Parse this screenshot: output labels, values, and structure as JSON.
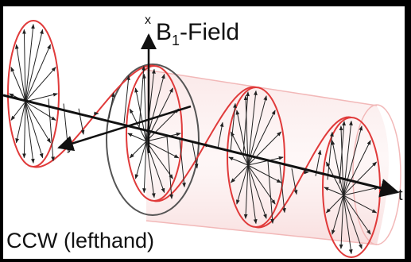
{
  "labels": {
    "field": "B1-Field",
    "x_axis": "x",
    "y_axis": "y",
    "t_axis": "t",
    "mode": "CCW (lefthand)"
  },
  "colors": {
    "background": "#000000",
    "panel": "#ffffff",
    "helix": "#e03a3a",
    "cylinder": "#f6cfcf",
    "vector": "#222222",
    "axis": "#111111"
  }
}
